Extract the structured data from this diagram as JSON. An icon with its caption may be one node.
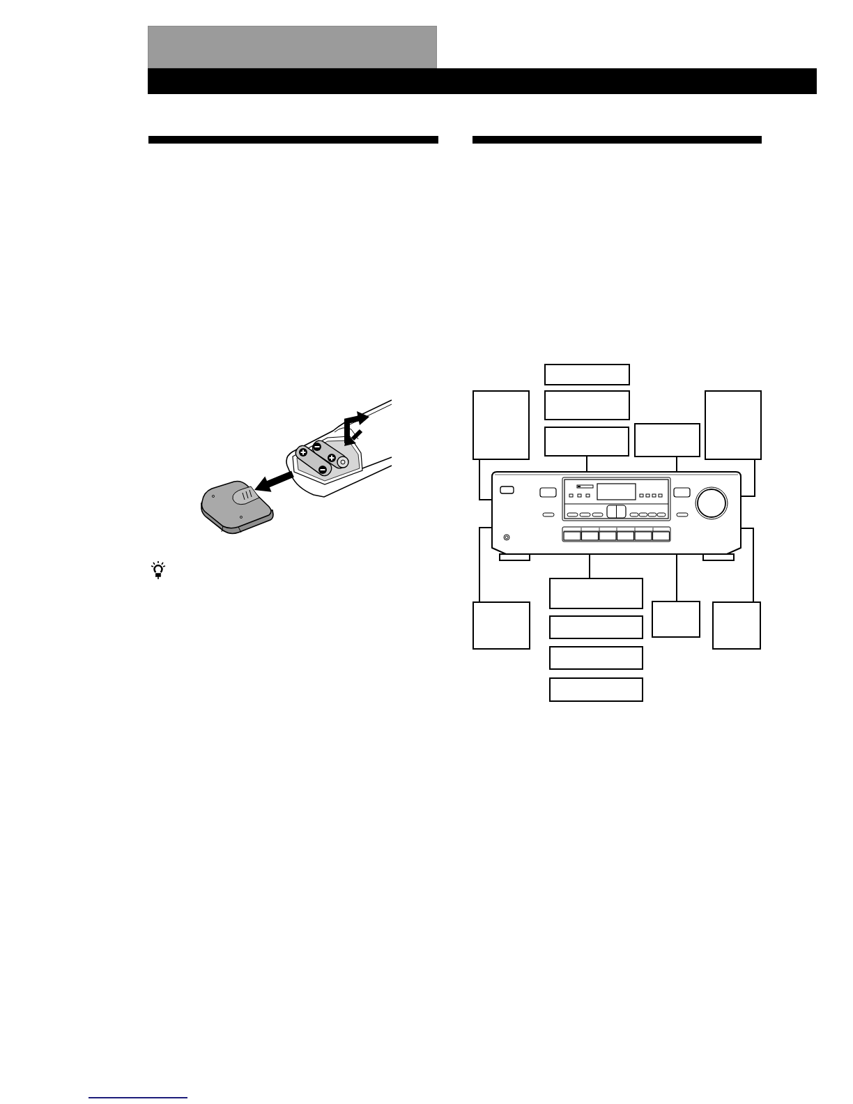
{
  "diagram": {
    "nodes": [
      {
        "text": [],
        "shape": "box"
      },
      {
        "text": [],
        "shape": "box"
      },
      {
        "text": [],
        "shape": "box"
      },
      {
        "text": [],
        "shape": "box"
      },
      {
        "text": [],
        "shape": "box"
      },
      {
        "text": [],
        "shape": "box"
      },
      {
        "text": [],
        "shape": "box"
      },
      {
        "text": [],
        "shape": "picture"
      },
      {
        "text": [],
        "shape": "box"
      },
      {
        "text": [],
        "shape": "box"
      },
      {
        "text": [],
        "shape": "box"
      },
      {
        "text": [],
        "shape": "box"
      },
      {
        "text": [],
        "shape": "box"
      },
      {
        "text": [],
        "shape": "box"
      },
      {
        "text": [],
        "shape": "box"
      }
    ],
    "edges": [
      {
        "from": 2,
        "to": 7,
        "arrow": "none"
      },
      {
        "from": 5,
        "to": 7,
        "arrow": "none"
      },
      {
        "from": 6,
        "to": 7,
        "arrow": "none"
      },
      {
        "from": 4,
        "to": 7,
        "arrow": "none"
      },
      {
        "from": 8,
        "to": 7,
        "arrow": "none"
      },
      {
        "from": 9,
        "to": 7,
        "arrow": "none"
      },
      {
        "from": 10,
        "to": 7,
        "arrow": "none"
      },
      {
        "from": 11,
        "to": 7,
        "arrow": "none"
      }
    ]
  }
}
